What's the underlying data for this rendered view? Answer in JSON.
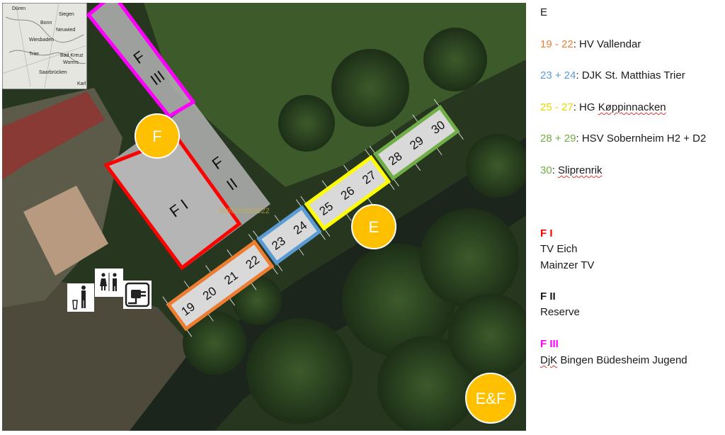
{
  "colors": {
    "orange": "#ED7D31",
    "blue": "#5B9BD5",
    "yellow": "#FFFF00",
    "yellow_text": "#E8D800",
    "green": "#70AD47",
    "red": "#FF0000",
    "magenta": "#FF00FF",
    "marker": "#FFC000"
  },
  "map": {
    "inset_places": [
      "Düren",
      "Siegen",
      "Bonn",
      "Neuwied",
      "Wiesbaden",
      "Trier",
      "Bad Kreuz",
      "Worms",
      "Saarbrücken",
      "Karl"
    ],
    "stall_groups": [
      {
        "id": "g1",
        "color": "orange",
        "numbers": [
          "19",
          "20",
          "21",
          "22"
        ]
      },
      {
        "id": "g2",
        "color": "blue",
        "numbers": [
          "23",
          "24"
        ]
      },
      {
        "id": "g3",
        "color": "yellow",
        "numbers": [
          "25",
          "26",
          "27"
        ]
      },
      {
        "id": "g4",
        "color": "green",
        "numbers": [
          "28",
          "29",
          "30"
        ]
      }
    ],
    "fields": {
      "f1": {
        "label": "F I",
        "color": "red"
      },
      "f2": {
        "label_line1": "F",
        "label_line2": "II"
      },
      "f3": {
        "label_line1": "F",
        "label_line2": "III",
        "color": "magenta"
      }
    },
    "markers": {
      "f": "F",
      "e": "E",
      "ef": "E&F"
    },
    "watermark": "0b9b0mbi2022",
    "facility_icons": [
      "trash-person-icon",
      "restroom-icon",
      "power-plug-icon"
    ]
  },
  "legend": {
    "title": "E",
    "g1": {
      "range_a": "19",
      "sep": " - ",
      "range_b": "22",
      "team": ": HV Vallendar"
    },
    "g2": {
      "range_a": "23",
      "sep": " + ",
      "range_b": "24",
      "team": ": DJK St. Matthias Trier"
    },
    "g3": {
      "range_a": "25",
      "sep": " - ",
      "range_b": "27",
      "team_prefix": ": HG ",
      "team_sq": "Køppinnacken"
    },
    "g4": {
      "range_a": "28",
      "sep": " + ",
      "range_b": "29",
      "team": ": HSV Sobernheim H2 + D2"
    },
    "g5": {
      "num": "30",
      "sep": ": ",
      "team_sq": "Sliprenrik"
    },
    "f1": {
      "heading": "F I",
      "team1": "TV Eich",
      "team2": "Mainzer TV"
    },
    "f2": {
      "heading": "F II",
      "team1": "Reserve"
    },
    "f3": {
      "heading": "F III",
      "team_sq": "DjK",
      "team_rest": " Bingen Büdesheim Jugend"
    }
  }
}
